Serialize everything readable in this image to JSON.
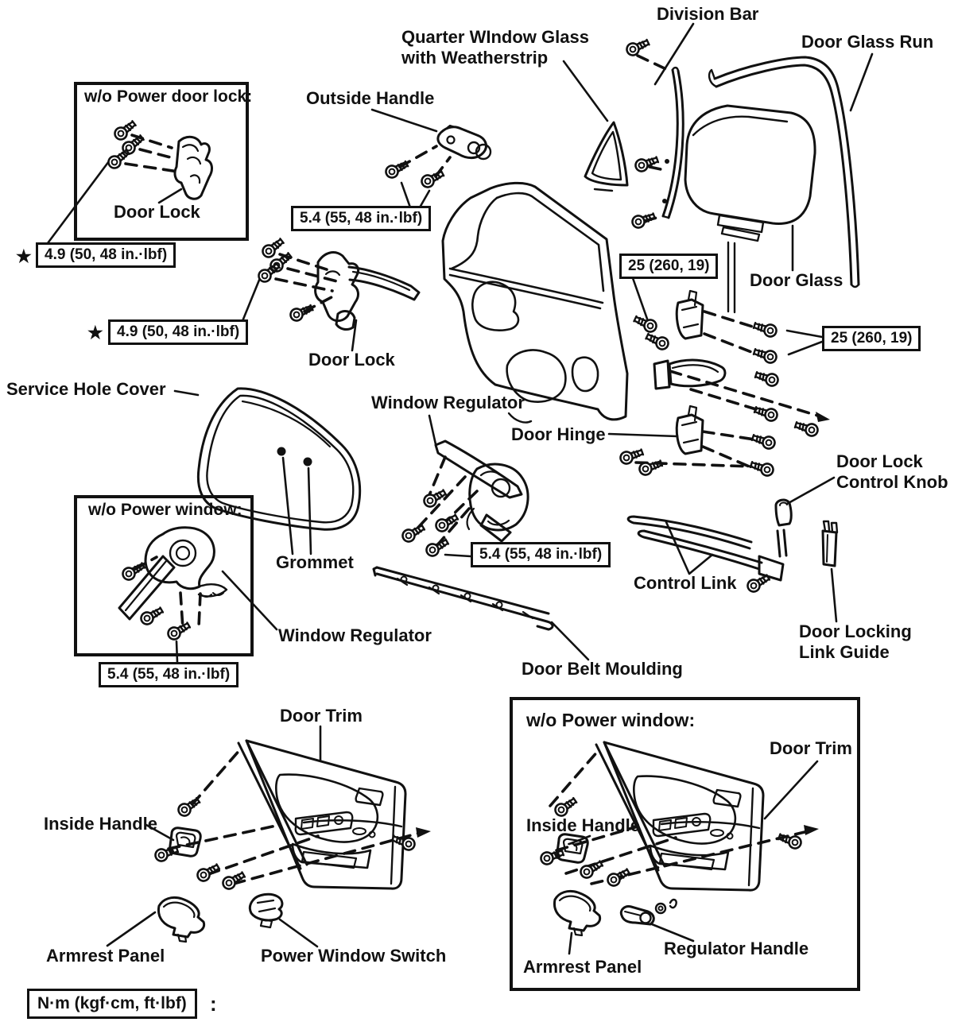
{
  "labels": {
    "division_bar": "Division Bar",
    "quarter_window_glass_1": "Quarter WIndow Glass",
    "quarter_window_glass_2": "with Weatherstrip",
    "door_glass_run": "Door Glass Run",
    "outside_handle": "Outside Handle",
    "door_glass": "Door Glass",
    "door_lock": "Door Lock",
    "service_hole_cover": "Service Hole Cover",
    "window_regulator": "Window Regulator",
    "door_hinge": "Door Hinge",
    "door_lock_control_knob_1": "Door Lock",
    "door_lock_control_knob_2": "Control Knob",
    "grommet": "Grommet",
    "control_link": "Control Link",
    "door_locking_link_guide_1": "Door Locking",
    "door_locking_link_guide_2": "Link Guide",
    "door_belt_moulding": "Door Belt Moulding",
    "door_trim": "Door Trim",
    "inside_handle": "Inside Handle",
    "armrest_panel": "Armrest Panel",
    "power_window_switch": "Power Window Switch",
    "regulator_handle": "Regulator Handle"
  },
  "insets": {
    "wo_power_door_lock_heading": "w/o Power door lock:",
    "wo_power_window_heading": "w/o Power window:"
  },
  "torque_specs": {
    "star": "★",
    "t_4_9": "4.9 (50, 48 in.·lbf)",
    "t_5_4": "5.4 (55, 48 in.·lbf)",
    "t_25": "25 (260, 19)"
  },
  "legend": {
    "units_box": "N·m (kgf·cm, ft·lbf)",
    "suffix": ":"
  }
}
